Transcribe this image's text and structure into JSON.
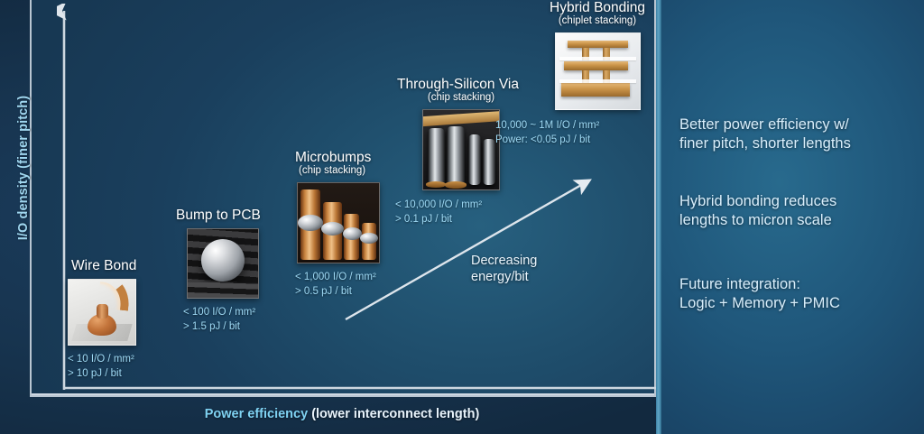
{
  "axes": {
    "y_label": "I/O density (finer pitch)",
    "x_label_accent": "Power efficiency",
    "x_label_plain": "(lower interconnect length)"
  },
  "annotations": {
    "decreasing_line1": "Decreasing",
    "decreasing_line2": "energy/bit"
  },
  "nodes": [
    {
      "id": "wire-bond",
      "title": "Wire Bond",
      "subtitle": "",
      "spec1": "< 10 I/O / mm²",
      "spec2": "> 10 pJ / bit",
      "icon": "wire-bond-thumbnail"
    },
    {
      "id": "bump-to-pcb",
      "title": "Bump to PCB",
      "subtitle": "",
      "spec1": "< 100 I/O / mm²",
      "spec2": "> 1.5 pJ / bit",
      "icon": "bump-to-pcb-thumbnail"
    },
    {
      "id": "microbumps",
      "title": "Microbumps",
      "subtitle": "(chip stacking)",
      "spec1": "< 1,000 I/O / mm²",
      "spec2": "> 0.5 pJ / bit",
      "icon": "microbumps-thumbnail"
    },
    {
      "id": "through-silicon-via",
      "title": "Through-Silicon Via",
      "subtitle": "(chip stacking)",
      "spec1": "< 10,000 I/O / mm²",
      "spec2": "> 0.1 pJ / bit",
      "icon": "tsv-thumbnail"
    },
    {
      "id": "hybrid-bonding",
      "title": "Hybrid Bonding",
      "subtitle": "(chiplet stacking)",
      "spec1": "10,000 ~ 1M I/O / mm²",
      "spec2": "Power: <0.05 pJ / bit",
      "icon": "hybrid-bonding-thumbnail"
    }
  ],
  "side_panel": {
    "blocks": [
      {
        "line1": "Better power efficiency w/",
        "line2": "finer pitch, shorter lengths"
      },
      {
        "line1": "Hybrid bonding reduces",
        "line2": "lengths to micron scale"
      },
      {
        "line1": "Future integration:",
        "line2": "Logic + Memory + PMIC"
      }
    ]
  },
  "colors": {
    "accent_cyan": "#9ed9f4",
    "axis_label_cyan": "#7fd2f2",
    "panel_border": "#b9c6d2",
    "divider": "#5fa4c4",
    "chart_bg": "#1f4e6c",
    "side_bg": "#1f567a"
  },
  "chart_data": {
    "type": "scatter",
    "title": "Interconnect technology scaling",
    "xlabel": "Power efficiency (lower interconnect length)",
    "ylabel": "I/O density (finer pitch)",
    "grid": false,
    "legend": "none",
    "annotation": "Decreasing energy/bit",
    "points": [
      {
        "label": "Wire Bond",
        "x": 1,
        "y": 1,
        "io_density": "< 10 I/O / mm²",
        "energy": "> 10 pJ / bit"
      },
      {
        "label": "Bump to PCB",
        "x": 2,
        "y": 2,
        "io_density": "< 100 I/O / mm²",
        "energy": "> 1.5 pJ / bit"
      },
      {
        "label": "Microbumps",
        "x": 3,
        "y": 3,
        "io_density": "< 1,000 I/O / mm²",
        "energy": "> 0.5 pJ / bit"
      },
      {
        "label": "Through-Silicon Via",
        "x": 4,
        "y": 4,
        "io_density": "< 10,000 I/O / mm²",
        "energy": "> 0.1 pJ / bit"
      },
      {
        "label": "Hybrid Bonding",
        "x": 5,
        "y": 5,
        "io_density": "10,000 ~ 1M I/O / mm²",
        "energy": "Power: <0.05 pJ / bit"
      }
    ]
  }
}
